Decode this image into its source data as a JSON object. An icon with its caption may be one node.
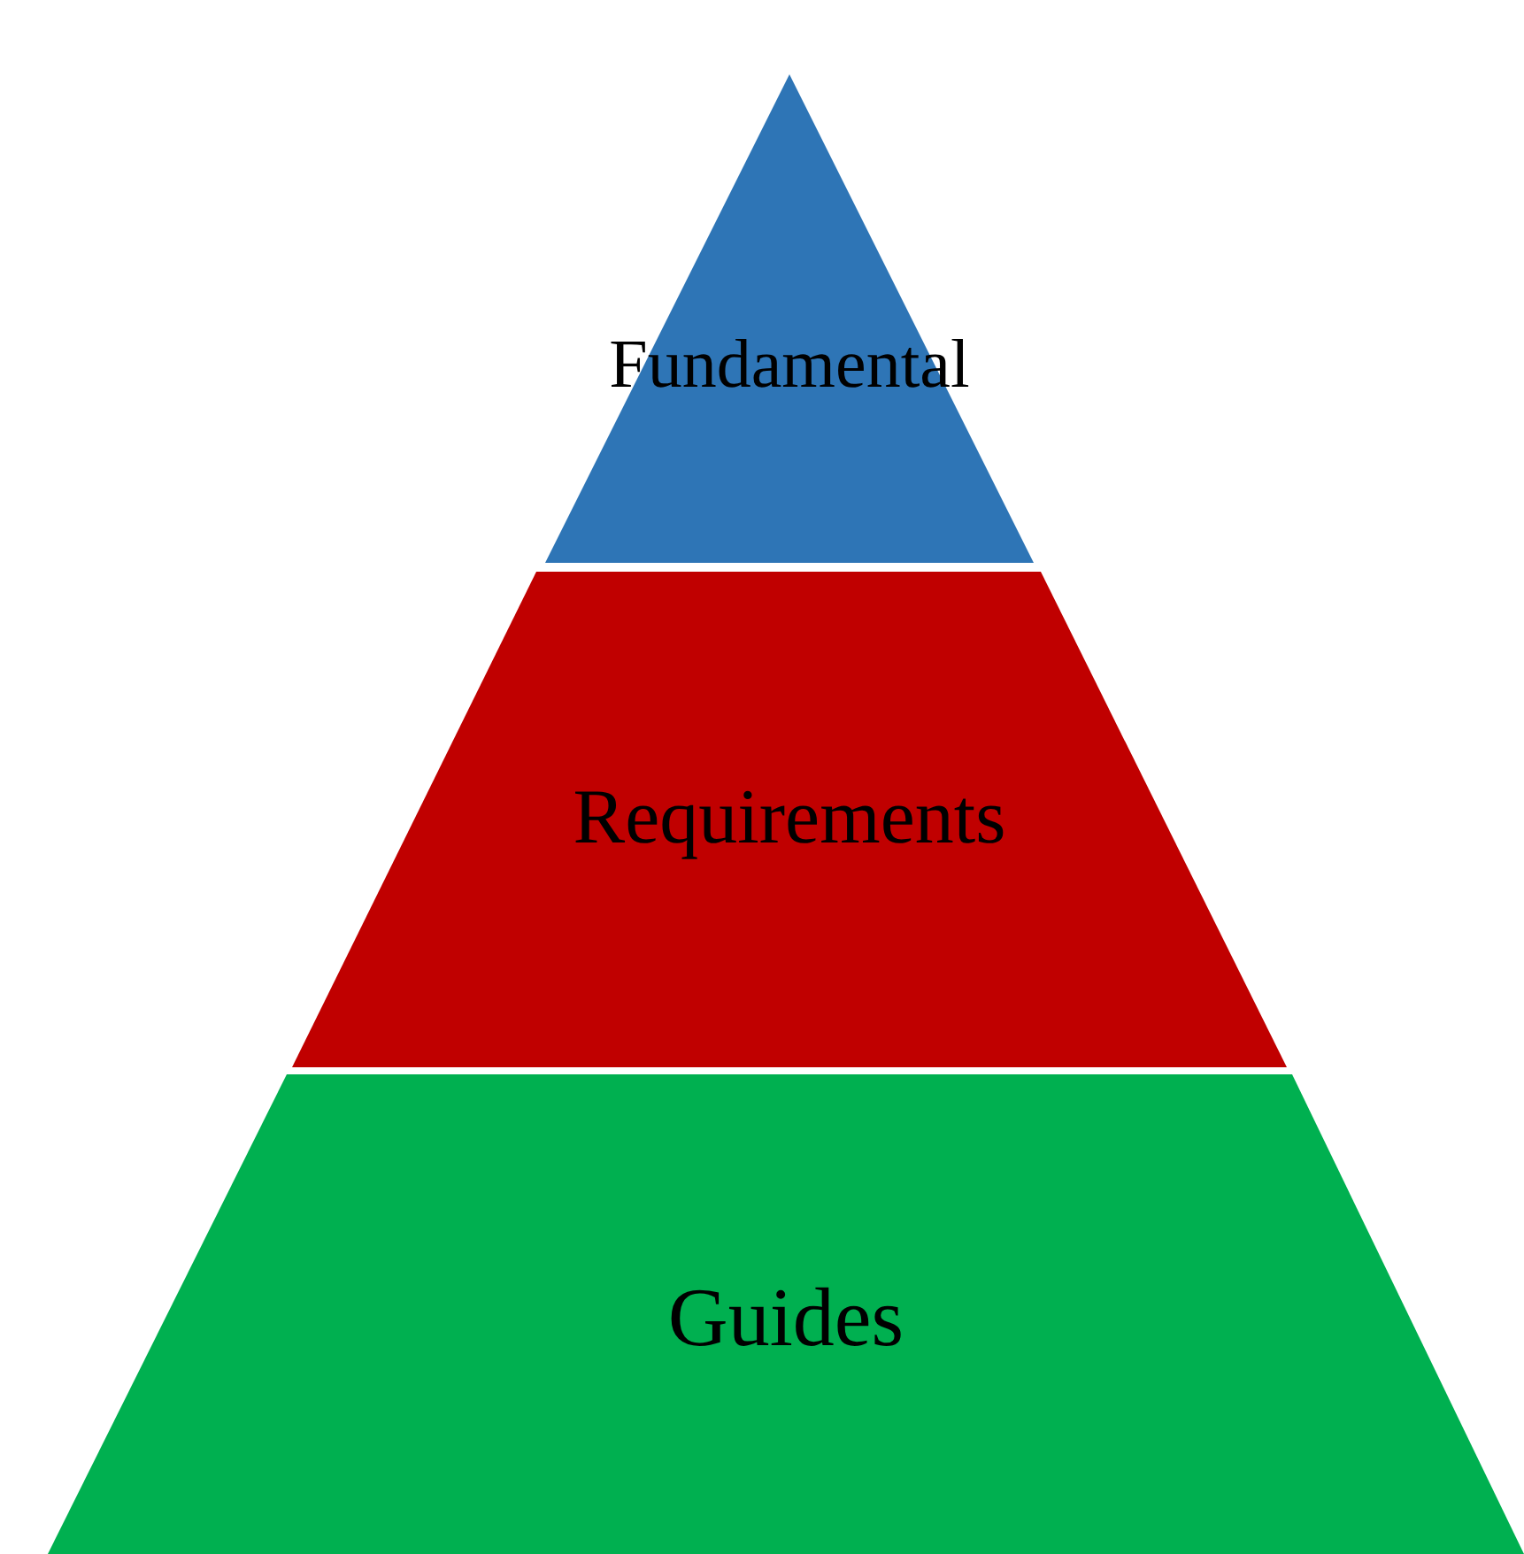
{
  "diagram": {
    "nodes": [
      {
        "text": [
          "Fundamental"
        ]
      },
      {
        "text": [
          "Requirements"
        ]
      },
      {
        "text": [
          "Guides"
        ]
      }
    ]
  }
}
